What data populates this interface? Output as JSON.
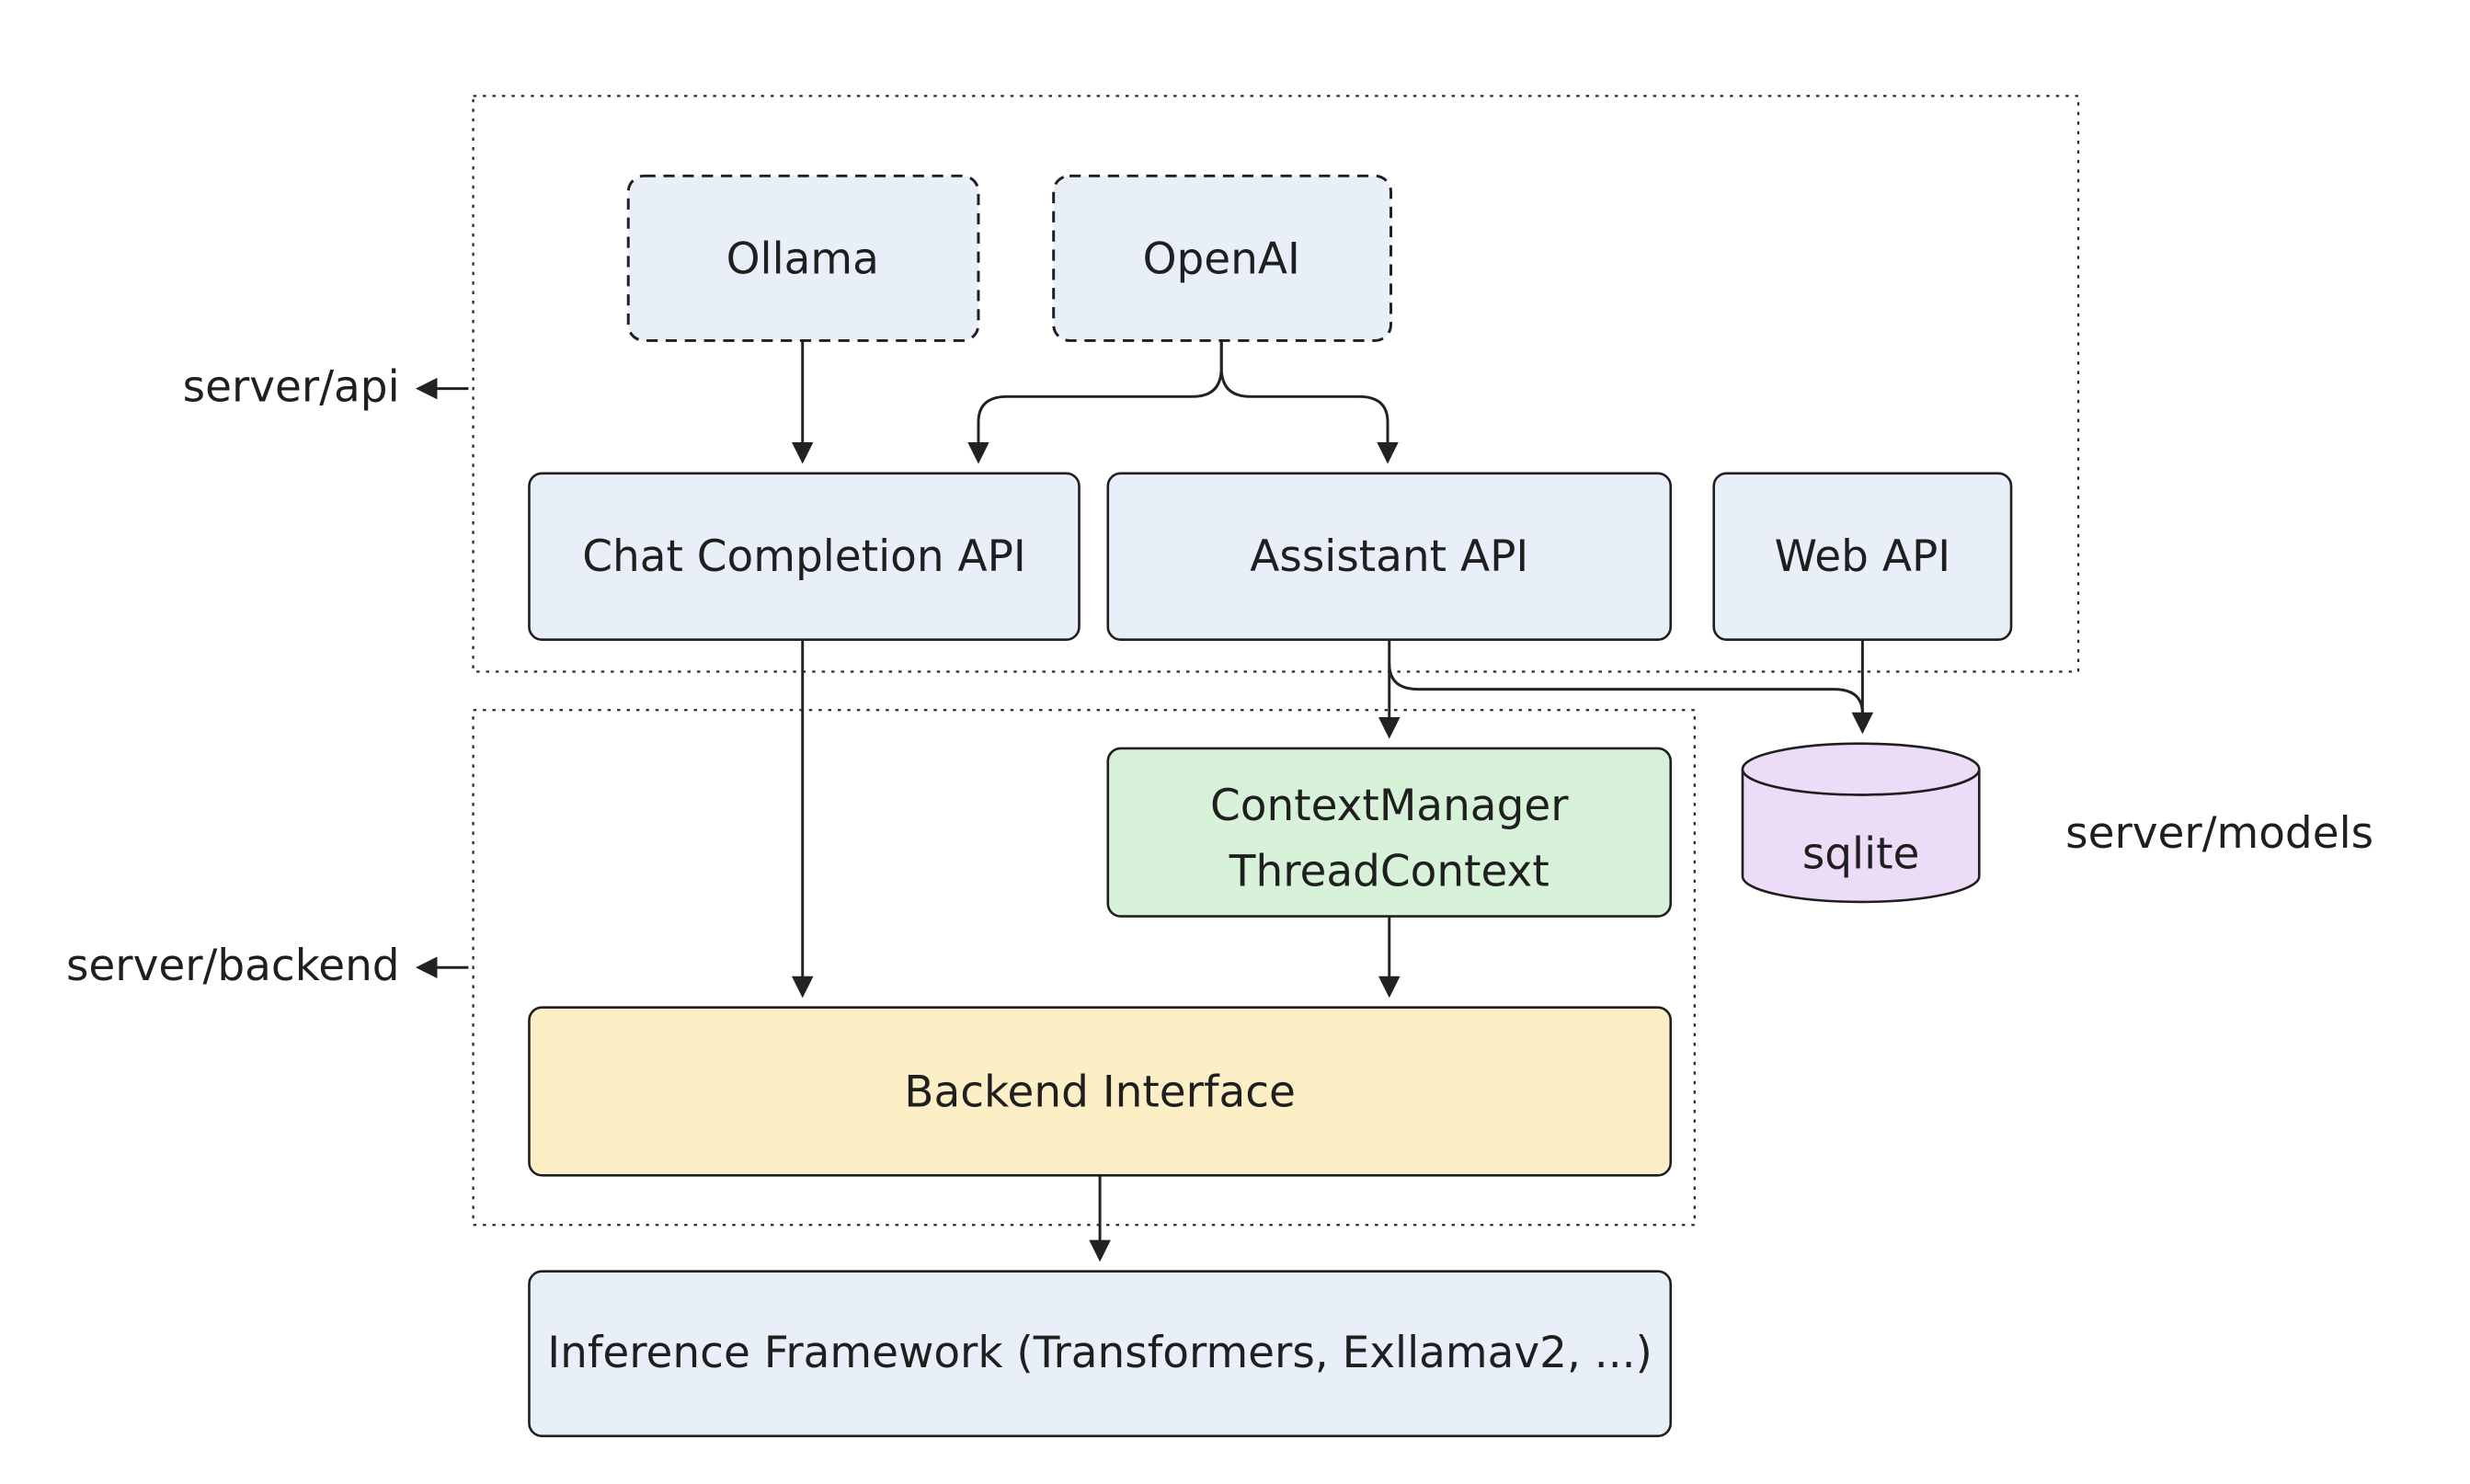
{
  "colors": {
    "node_fill": "#e9eff9",
    "green_fill": "#d7f2d9",
    "yellow_fill": "#fcefc5",
    "purple_fill": "#ecdcf7",
    "stroke": "#1f1f1f"
  },
  "group_labels": {
    "server_api": "server/api",
    "server_backend": "server/backend",
    "server_models": "server/models"
  },
  "nodes": {
    "ollama": "Ollama",
    "openai": "OpenAI",
    "chat_completion_api": "Chat Completion API",
    "assistant_api": "Assistant API",
    "web_api": "Web API",
    "context_manager_line1": "ContextManager",
    "context_manager_line2": "ThreadContext",
    "sqlite": "sqlite",
    "backend_interface": "Backend Interface",
    "inference_framework": "Inference Framework (Transformers, Exllamav2, ...)"
  }
}
